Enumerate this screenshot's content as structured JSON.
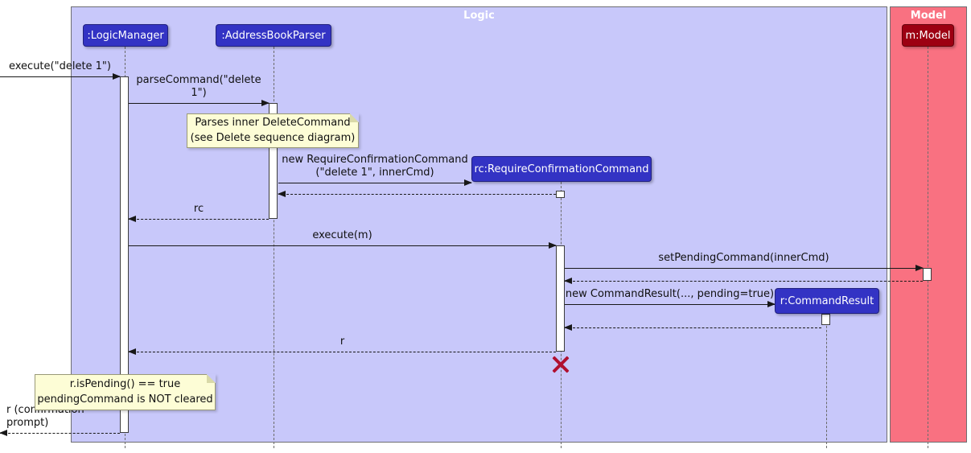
{
  "frames": {
    "logic": {
      "title": "Logic"
    },
    "model": {
      "title": "Model"
    }
  },
  "participants": {
    "logic_manager": ":LogicManager",
    "address_book_parser": ":AddressBookParser",
    "require_confirmation_command": "rc:RequireConfirmationCommand",
    "command_result": "r:CommandResult",
    "model": "m:Model"
  },
  "messages": {
    "execute_delete": "execute(\"delete 1\")",
    "parse_command": "parseCommand(\"delete 1\")",
    "new_require_confirmation": "new RequireConfirmationCommand\n(\"delete 1\", innerCmd)",
    "return_rc": "rc",
    "execute_m": "execute(m)",
    "set_pending_command": "setPendingCommand(innerCmd)",
    "new_command_result": "new CommandResult(..., pending=true)",
    "return_r": "r",
    "return_confirmation": "r (confirmation prompt)"
  },
  "notes": {
    "parses_inner": "Parses inner DeleteCommand\n(see Delete sequence diagram)",
    "is_pending": "r.isPending() == true\npendingCommand is NOT cleared"
  },
  "colors": {
    "logic_frame_bg": "#C8C8FA",
    "model_frame_bg": "#F97181",
    "logic_participant_bg": "#3333C4",
    "model_participant_bg": "#9D0012",
    "note_bg": "#FDFDD6",
    "destroy_x": "#B01030",
    "arrow": "#181818"
  }
}
